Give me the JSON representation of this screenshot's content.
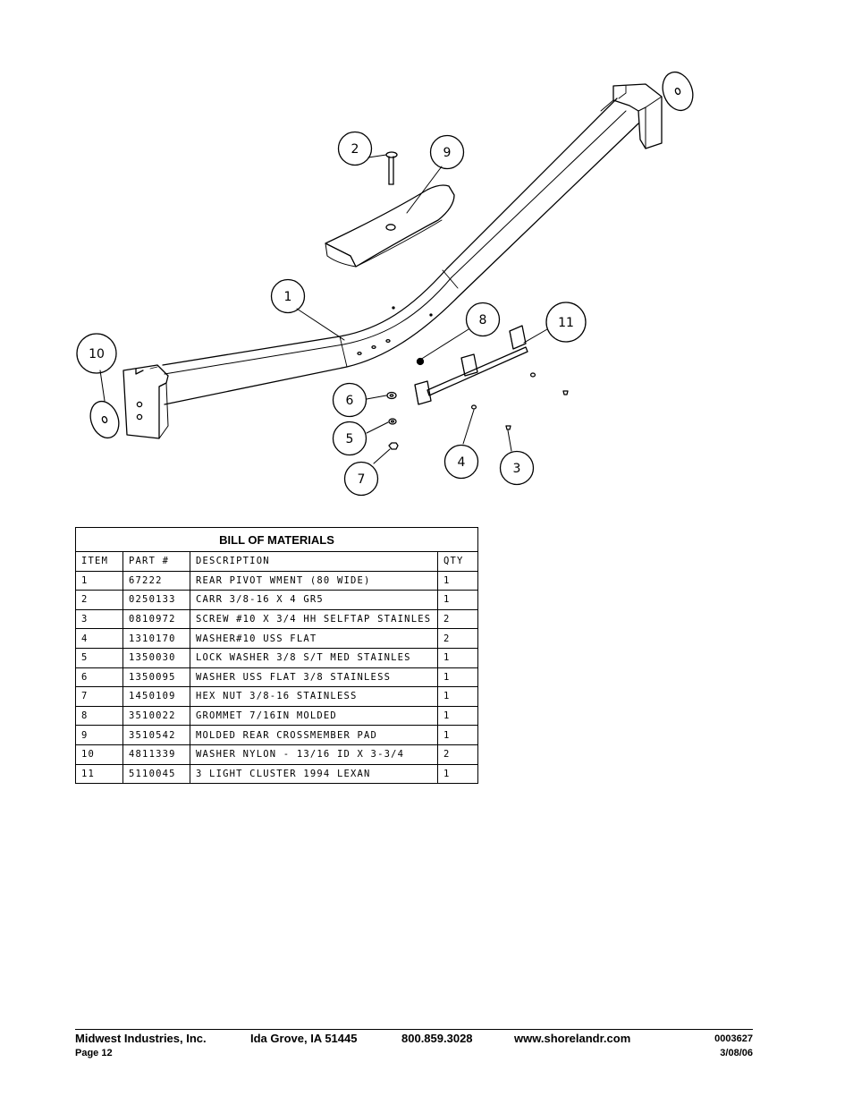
{
  "diagram": {
    "callouts": [
      "2",
      "9",
      "1",
      "8",
      "11",
      "10",
      "6",
      "5",
      "7",
      "4",
      "3"
    ]
  },
  "bom": {
    "title": "BILL OF MATERIALS",
    "headers": [
      "ITEM",
      "PART #",
      "DESCRIPTION",
      "QTY"
    ],
    "rows": [
      [
        "1",
        "67222",
        "REAR PIVOT WMENT (80 WIDE)",
        "1"
      ],
      [
        "2",
        "0250133",
        "CARR 3/8-16 X 4 GR5",
        "1"
      ],
      [
        "3",
        "0810972",
        "SCREW #10 X 3/4 HH SELFTAP STAINLES",
        "2"
      ],
      [
        "4",
        "1310170",
        "WASHER#10 USS FLAT",
        "2"
      ],
      [
        "5",
        "1350030",
        "LOCK WASHER 3/8 S/T MED STAINLES",
        "1"
      ],
      [
        "6",
        "1350095",
        "WASHER USS FLAT 3/8 STAINLESS",
        "1"
      ],
      [
        "7",
        "1450109",
        "HEX NUT 3/8-16 STAINLESS",
        "1"
      ],
      [
        "8",
        "3510022",
        "GROMMET  7/16IN MOLDED",
        "1"
      ],
      [
        "9",
        "3510542",
        "MOLDED REAR CROSSMEMBER PAD",
        "1"
      ],
      [
        "10",
        "4811339",
        "WASHER NYLON - 13/16 ID X 3-3/4",
        "2"
      ],
      [
        "11",
        "5110045",
        "3 LIGHT CLUSTER  1994  LEXAN",
        "1"
      ]
    ]
  },
  "footer": {
    "company": "Midwest Industries, Inc.",
    "location": "Ida Grove, IA  51445",
    "phone": "800.859.3028",
    "website": "www.shorelandr.com",
    "doc_number": "0003627",
    "page": "Page 12",
    "date": "3/08/06"
  }
}
